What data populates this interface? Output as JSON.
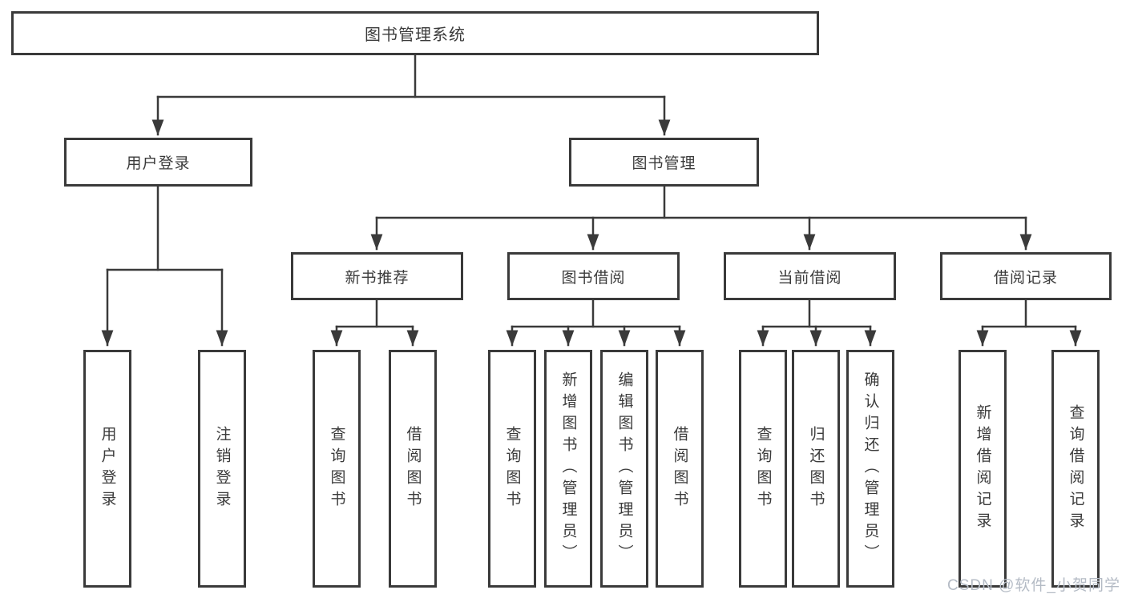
{
  "diagram_type": "hierarchy-tree",
  "tree": {
    "label": "图书管理系统",
    "children": [
      {
        "label": "用户登录",
        "children": [
          {
            "label": "用户登录"
          },
          {
            "label": "注销登录"
          }
        ]
      },
      {
        "label": "图书管理",
        "children": [
          {
            "label": "新书推荐",
            "children": [
              {
                "label": "查询图书"
              },
              {
                "label": "借阅图书"
              }
            ]
          },
          {
            "label": "图书借阅",
            "children": [
              {
                "label": "查询图书"
              },
              {
                "label": "新增图书（管理员）"
              },
              {
                "label": "编辑图书（管理员）"
              },
              {
                "label": "借阅图书"
              }
            ]
          },
          {
            "label": "当前借阅",
            "children": [
              {
                "label": "查询图书"
              },
              {
                "label": "归还图书"
              },
              {
                "label": "确认归还（管理员）"
              }
            ]
          },
          {
            "label": "借阅记录",
            "children": [
              {
                "label": "新增借阅记录"
              },
              {
                "label": "查询借阅记录"
              }
            ]
          }
        ]
      }
    ]
  },
  "watermark": "CSDN @软件_小贺同学",
  "colors": {
    "line": "#3a3a3a",
    "box_border": "#3a3a3a",
    "box_fill": "#ffffff",
    "text": "#3b3b3b",
    "watermark": "#b4bbc5",
    "background": "#ffffff"
  }
}
